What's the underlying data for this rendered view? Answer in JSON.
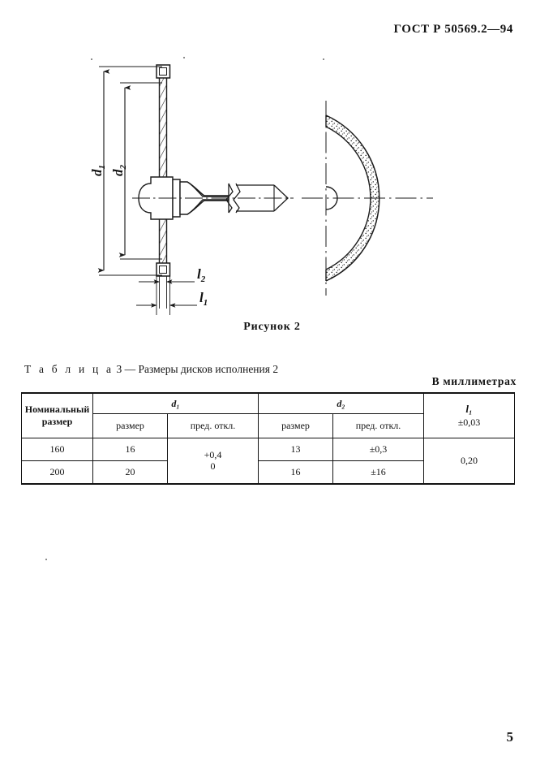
{
  "document": {
    "standard_header": "ГОСТ Р 50569.2—94",
    "page_number": "5"
  },
  "figure": {
    "caption": "Рисунок 2",
    "dimension_labels": {
      "d1": "d₁",
      "d2": "d₂",
      "l1": "l₁",
      "l2": "l₂"
    },
    "views": {
      "left": "sectional-side-view-of-disc-with-hub-and-shaft",
      "right": "half-front-view-of-disc-with-stippled-rim"
    }
  },
  "table": {
    "caption_label": "Т а б л и ц а",
    "caption_number": "3",
    "caption_dash": "—",
    "caption_title": "Размеры дисков исполнения 2",
    "units_note": "В миллиметрах",
    "headers": {
      "nominal_size": "Номинальный размер",
      "group_d1": "d₁",
      "group_d2": "d₂",
      "size": "размер",
      "deviation": "пред. откл.",
      "l1_symbol": "l₁",
      "l1_tolerance": "±0,03"
    },
    "rows": [
      {
        "nominal_size": "160",
        "d1_size": "16",
        "d2_size": "13",
        "d2_deviation": "±0,3"
      },
      {
        "nominal_size": "200",
        "d1_size": "20",
        "d2_size": "16",
        "d2_deviation": "±16"
      }
    ],
    "merged": {
      "d1_deviation_upper": "+0,4",
      "d1_deviation_lower": "0",
      "l1_value": "0,20"
    }
  }
}
